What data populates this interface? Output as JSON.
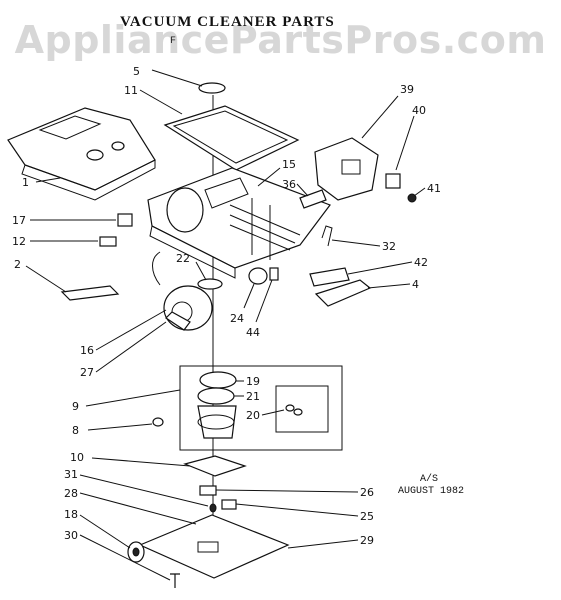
{
  "header": {
    "watermark": "AppliancePartsPros.com",
    "title": "VACUUM CLEANER PARTS",
    "subtitle": "F"
  },
  "note": {
    "line1": "A/S",
    "line2": "AUGUST 1982"
  },
  "callouts": {
    "c5": "5",
    "c11": "11",
    "c39": "39",
    "c40": "40",
    "c41": "41",
    "c1": "1",
    "c15": "15",
    "c36": "36",
    "c17": "17",
    "c12": "12",
    "c32": "32",
    "c2": "2",
    "c22": "22",
    "c42": "42",
    "c4": "4",
    "c24": "24",
    "c44": "44",
    "c16": "16",
    "c27": "27",
    "c19": "19",
    "c9": "9",
    "c21": "21",
    "c20": "20",
    "c8": "8",
    "c10": "10",
    "c31": "31",
    "c26": "26",
    "c28": "28",
    "c25": "25",
    "c18": "18",
    "c29": "29",
    "c30": "30"
  },
  "colors": {
    "ink": "#111111",
    "watermark": "#969696"
  }
}
